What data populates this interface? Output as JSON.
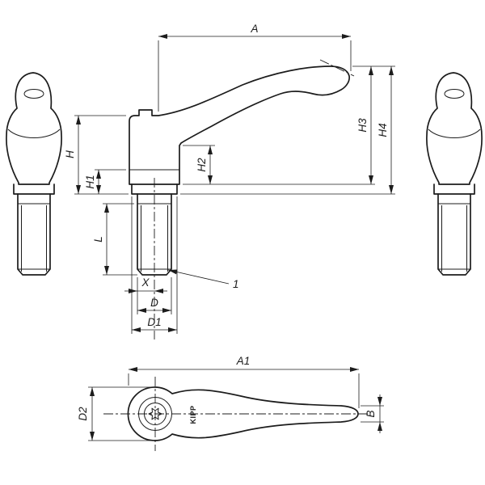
{
  "colors": {
    "background": "#ffffff",
    "line": "#1c1c1c"
  },
  "front_view": {
    "dim_a": "A",
    "dim_h": "H",
    "dim_h1": "H1",
    "dim_h2": "H2",
    "dim_h3": "H3",
    "dim_h4": "H4",
    "dim_l": "L",
    "dim_x": "X",
    "dim_d": "D",
    "dim_d1": "D1",
    "callout_1": "1"
  },
  "top_view": {
    "dim_a1": "A1",
    "dim_d2": "D2",
    "dim_b": "B",
    "logo": "KIPP"
  }
}
